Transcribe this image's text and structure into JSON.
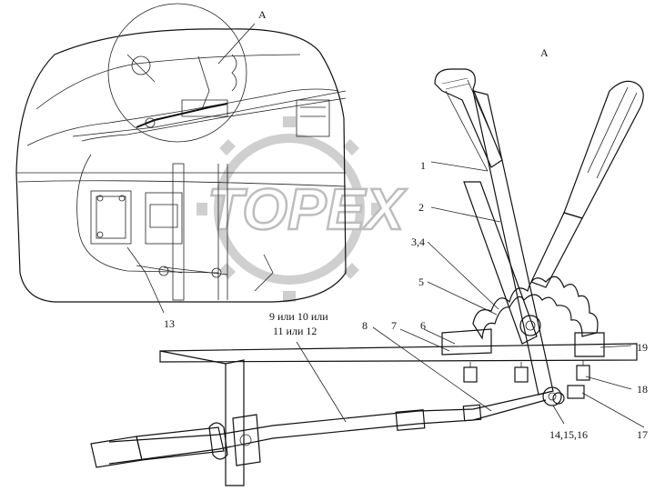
{
  "watermark": {
    "text": "ТОРЕХ"
  },
  "view_marker": "А",
  "view_title": "А",
  "callouts": [
    {
      "id": "c1",
      "text": "1"
    },
    {
      "id": "c2",
      "text": "2"
    },
    {
      "id": "c34",
      "text": "3,4"
    },
    {
      "id": "c5",
      "text": "5"
    },
    {
      "id": "c6",
      "text": "6"
    },
    {
      "id": "c7",
      "text": "7"
    },
    {
      "id": "c8",
      "text": "8"
    },
    {
      "id": "c9a",
      "text": "9 или 10 или"
    },
    {
      "id": "c9b",
      "text": "11 или 12"
    },
    {
      "id": "c13",
      "text": "13"
    },
    {
      "id": "c141516",
      "text": "14,15,16"
    },
    {
      "id": "c17",
      "text": "17"
    },
    {
      "id": "c18",
      "text": "18"
    },
    {
      "id": "c19",
      "text": "19"
    }
  ]
}
